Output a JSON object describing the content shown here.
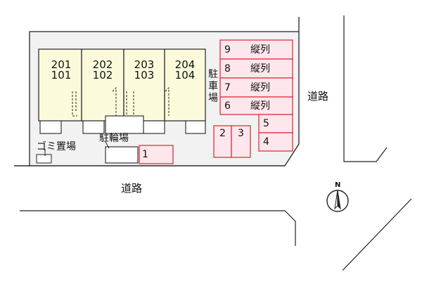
{
  "units": [
    {
      "upper": "201",
      "lower": "101"
    },
    {
      "upper": "202",
      "lower": "102"
    },
    {
      "upper": "203",
      "lower": "103"
    },
    {
      "upper": "204",
      "lower": "104"
    }
  ],
  "parking": {
    "label_vertical": [
      "駐",
      "車",
      "場"
    ],
    "row_spaces": [
      {
        "number": "9",
        "note": "縦列"
      },
      {
        "number": "8",
        "note": "縦列"
      },
      {
        "number": "7",
        "note": "縦列"
      },
      {
        "number": "6",
        "note": "縦列"
      }
    ],
    "small_spaces": [
      "5",
      "4",
      "2",
      "3",
      "1"
    ]
  },
  "labels": {
    "garbage": "ゴミ置場",
    "bicycle": "駐輪場",
    "road_right": "道路",
    "road_bottom": "道路",
    "north": "N"
  },
  "colors": {
    "building_fill": "#fbfbdc",
    "parking_stroke": "#e0212e",
    "parking_fill": "#fde6ec",
    "lot_fill": "#f2f2f2",
    "line": "#222222"
  }
}
